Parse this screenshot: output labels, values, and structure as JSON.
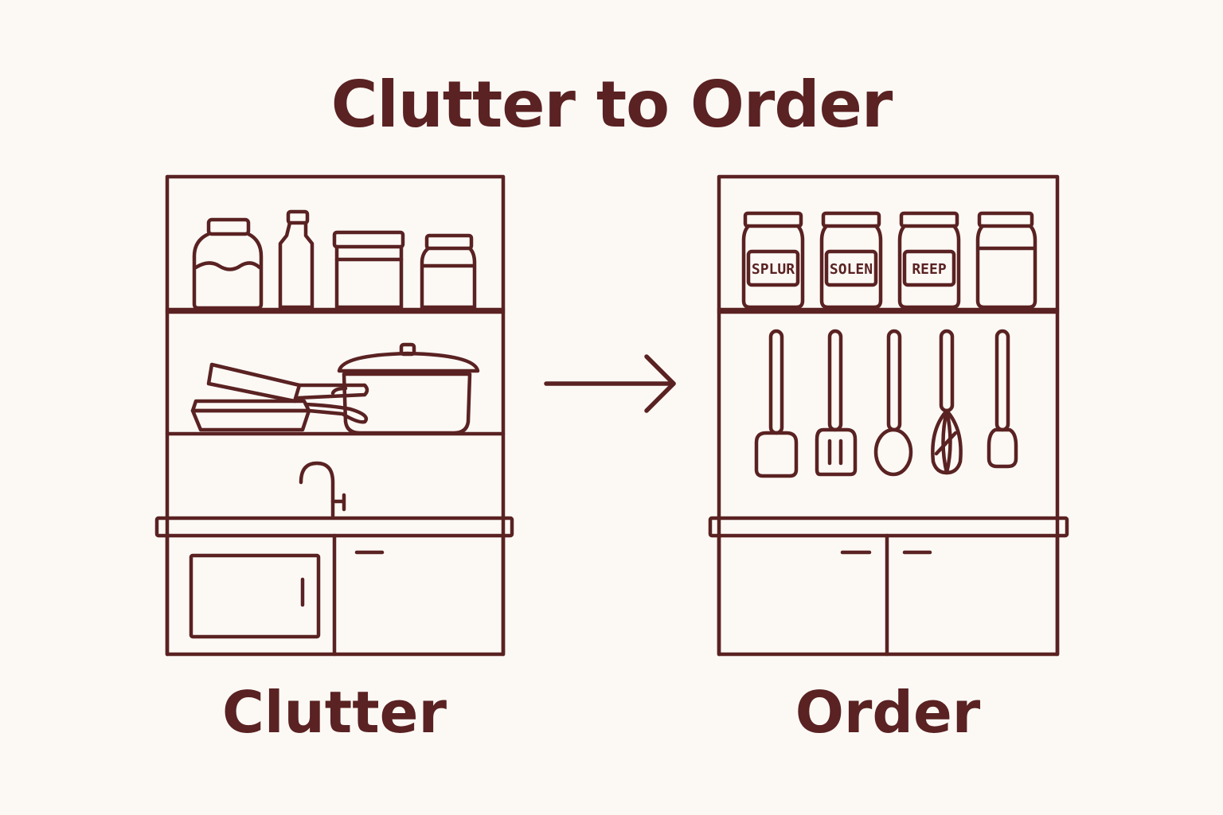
{
  "title": "Clutter to Order",
  "left_panel": {
    "caption": "Clutter"
  },
  "right_panel": {
    "caption": "Order",
    "jar_labels": [
      "SPLUR",
      "SOLEN",
      "REEP"
    ]
  },
  "colors": {
    "background": "#fcf9f5",
    "ink": "#5a2222"
  },
  "icons": {
    "arrow": "right-arrow-icon"
  }
}
